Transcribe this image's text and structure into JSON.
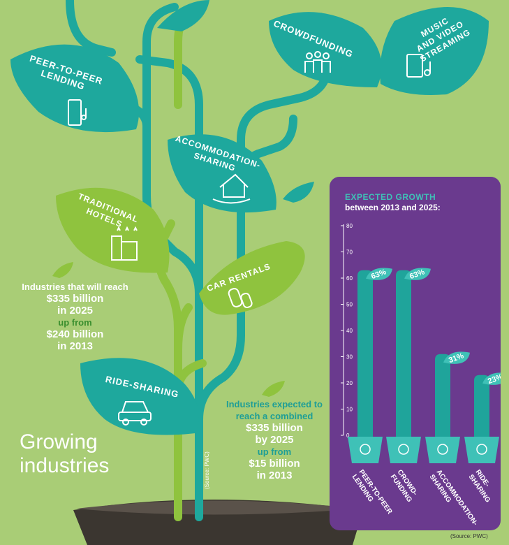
{
  "leaves": {
    "peer_to_peer": "PEER-TO-PEER\nLENDING",
    "crowdfunding": "CROWDFUNDING",
    "music": "MUSIC\nAND VIDEO\nSTREAMING",
    "accommodation": "ACCOMMODATION-\nSHARING",
    "traditional_hotels": "TRADITIONAL\nHOTELS",
    "car_rentals": "CAR RENTALS",
    "ride_sharing": "RIDE-SHARING"
  },
  "left_note": {
    "line1": "Industries that will reach",
    "value1": "$335 billion",
    "year1": "in 2025",
    "up": "up from",
    "value2": "$240 billion",
    "year2": "in 2013"
  },
  "center_note": {
    "line1": "Industries expected to",
    "line2": "reach a combined",
    "value1": "$335 billion",
    "year1": "by 2025",
    "up": "up from",
    "value2": "$15 billion",
    "year2": "in 2013"
  },
  "title": {
    "line1": "Growing",
    "line2": "industries"
  },
  "source1": "(Source: PWC)",
  "source2": "(Source: PWC)",
  "chart_data": {
    "type": "bar",
    "title": "EXPECTED GROWTH",
    "subtitle": "between 2013 and 2025:",
    "categories": [
      "PEER-TO-PEER LENDING",
      "CROWD-FUNDING",
      "ACCOMMODATION-SHARING",
      "RIDE-SHARING"
    ],
    "category_lines": [
      [
        "PEER-TO-PEER",
        "LENDING"
      ],
      [
        "CROWD-",
        "FUNDING"
      ],
      [
        "ACCOMMODATION-",
        "SHARING"
      ],
      [
        "RIDE-",
        "SHARING"
      ]
    ],
    "values": [
      63,
      63,
      31,
      23
    ],
    "labels": [
      "63%",
      "63%",
      "31%",
      "23%"
    ],
    "ylim": [
      0,
      80
    ],
    "yticks": [
      0,
      10,
      20,
      30,
      40,
      50,
      60,
      70,
      80
    ],
    "colors": {
      "bar": "#1fa49b",
      "leaf": "#3fc1b7",
      "panel": "#6a3a8e"
    }
  }
}
